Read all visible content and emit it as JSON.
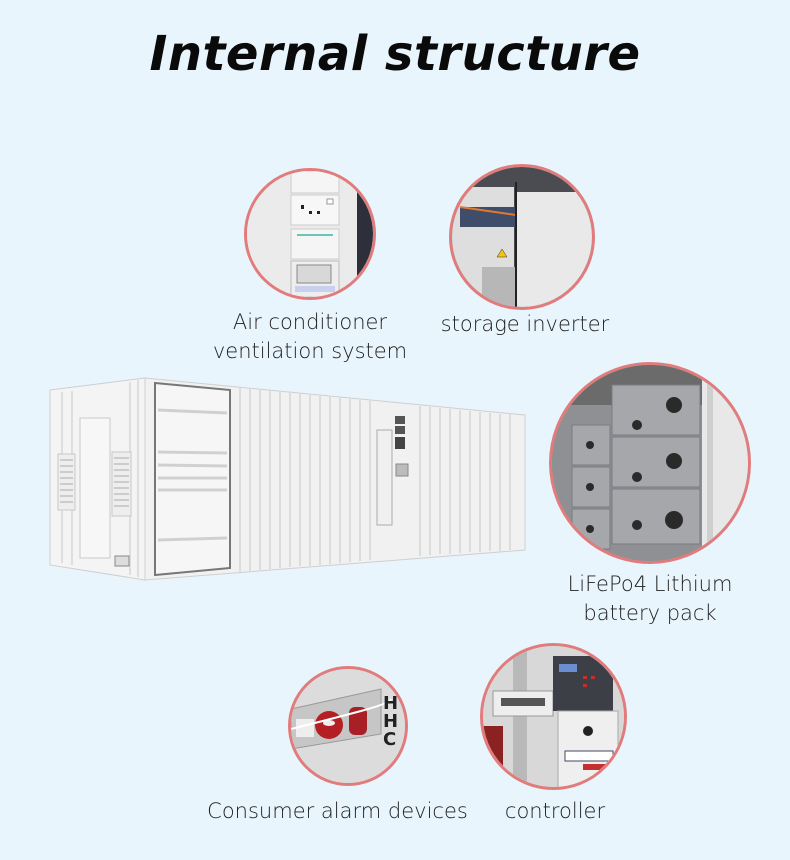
{
  "title": "Internal structure",
  "features": [
    {
      "id": "air-conditioner",
      "caption_line1": "Air conditioner",
      "caption_line2": "ventilation system"
    },
    {
      "id": "storage-inverter",
      "caption_line1": "storage inverter"
    },
    {
      "id": "battery-pack",
      "caption_line1": "LiFePo4 Lithium",
      "caption_line2": "battery pack"
    },
    {
      "id": "alarm-devices",
      "caption_line1": "Consumer alarm devices"
    },
    {
      "id": "controller",
      "caption_line1": "controller"
    }
  ],
  "colors": {
    "background": "#e8f5fd",
    "ring": "#e27c7c",
    "title": "#0a0a0a"
  },
  "images": {
    "container": "white-energy-storage-container-icon",
    "air-conditioner": "socket-panel-photo-icon",
    "storage-inverter": "inverter-cabinet-photo-icon",
    "battery-pack": "battery-rack-photo-icon",
    "alarm-devices": "fire-alarm-photo-icon",
    "controller": "fire-suppression-controller-photo-icon"
  }
}
